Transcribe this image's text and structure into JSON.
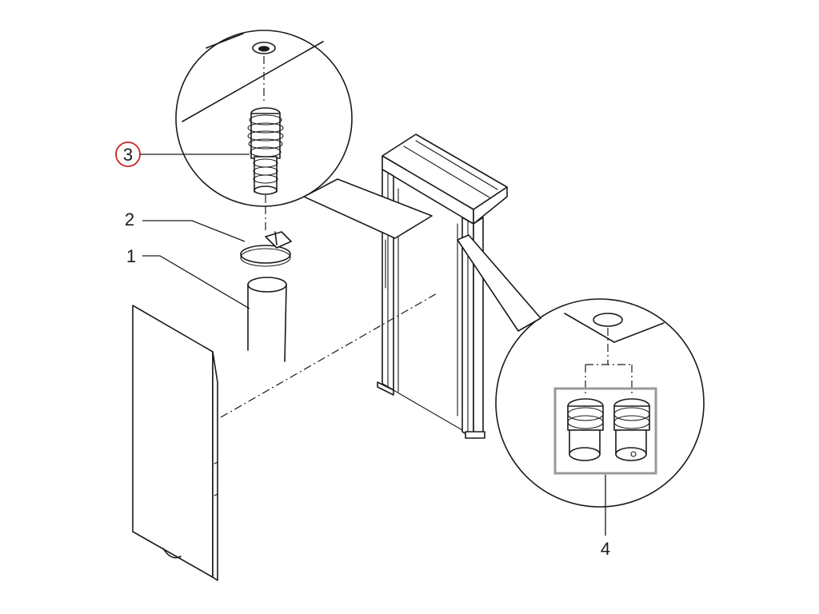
{
  "figure": {
    "callouts": [
      {
        "id": "1",
        "text": "1"
      },
      {
        "id": "2",
        "text": "2"
      },
      {
        "id": "3",
        "text": "3",
        "highlighted": true
      },
      {
        "id": "4",
        "text": "4"
      }
    ],
    "colors": {
      "line": "#1a1a1a",
      "highlight_ring": "#cc2222",
      "detail_box": "#999999",
      "background": "#ffffff"
    }
  }
}
